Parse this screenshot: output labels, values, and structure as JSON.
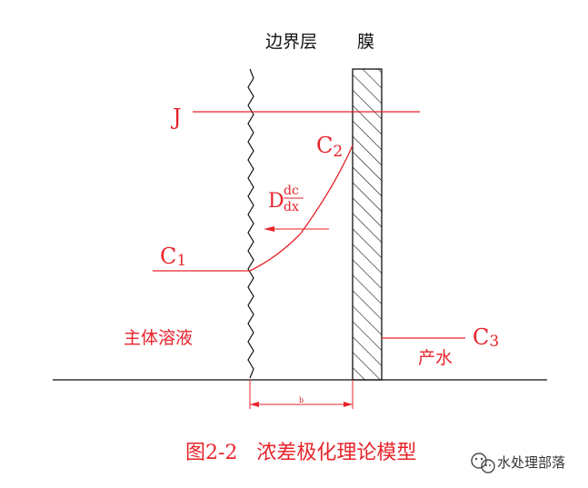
{
  "labels": {
    "boundary_layer": "边界层",
    "membrane": "膜",
    "flux": "J",
    "c2_base": "C",
    "c2_sub": "2",
    "diff_D": "D",
    "diff_num": "dc",
    "diff_den": "dx",
    "c1_base": "C",
    "c1_sub": "1",
    "bulk_solution": "主体溶液",
    "c3_base": "C",
    "c3_sub": "3",
    "permeate": "产水",
    "thickness": "b"
  },
  "caption": "图2-2   浓差极化理论模型",
  "watermark": {
    "text": "水处理部落",
    "icon": "wechat-icon"
  },
  "colors": {
    "line": "#e8232a",
    "text": "#e8232a",
    "structure": "#111111"
  }
}
